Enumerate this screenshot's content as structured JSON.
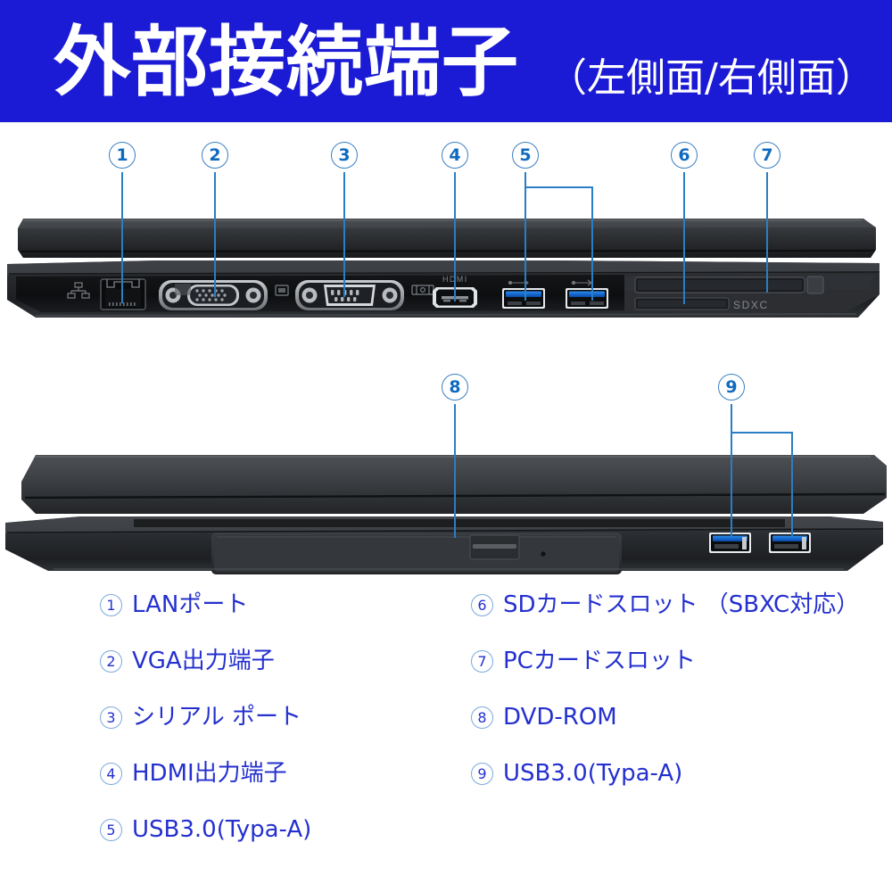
{
  "header": {
    "title": "外部接続端子",
    "subtitle": "（左側面/右側面）",
    "background_color": "#1b1ad4",
    "text_color": "#ffffff"
  },
  "colors": {
    "accent_blue": "#2430cf",
    "callout_blue": "#0f6abf",
    "leader_line": "#2a7ec4",
    "chassis_dark": "#2b2d30",
    "usb3_blue": "#1a6fd4",
    "page_background": "#ffffff"
  },
  "views": [
    {
      "name": "left-side-view",
      "callouts": [
        "1",
        "2",
        "3",
        "4",
        "5",
        "6",
        "7"
      ],
      "port_silkscreen": [
        "HDMI",
        "SDXC"
      ]
    },
    {
      "name": "right-side-view",
      "callouts": [
        "8",
        "9"
      ],
      "port_silkscreen": []
    }
  ],
  "callouts": [
    {
      "number": "1",
      "target": "lan-port"
    },
    {
      "number": "2",
      "target": "vga-port"
    },
    {
      "number": "3",
      "target": "serial-port"
    },
    {
      "number": "4",
      "target": "hdmi-port"
    },
    {
      "number": "5",
      "target": "usb30-ports-left"
    },
    {
      "number": "6",
      "target": "sd-card-slot"
    },
    {
      "number": "7",
      "target": "pc-card-slot"
    },
    {
      "number": "8",
      "target": "dvd-rom-drive"
    },
    {
      "number": "9",
      "target": "usb30-ports-right"
    }
  ],
  "legend": {
    "left_column": [
      {
        "number": "1",
        "label": "LANポート"
      },
      {
        "number": "2",
        "label": "VGA出力端子"
      },
      {
        "number": "3",
        "label": "シリアル ポート"
      },
      {
        "number": "4",
        "label": "HDMI出力端子"
      },
      {
        "number": "5",
        "label": "USB3.0(Typa-A)"
      }
    ],
    "right_column": [
      {
        "number": "6",
        "label": "SDカードスロット （SBXC対応）"
      },
      {
        "number": "7",
        "label": "PCカードスロット"
      },
      {
        "number": "8",
        "label": "DVD-ROM"
      },
      {
        "number": "9",
        "label": "USB3.0(Typa-A)"
      }
    ]
  },
  "silkscreen": {
    "hdmi": "HDMI",
    "sdxc": "SDXC"
  }
}
